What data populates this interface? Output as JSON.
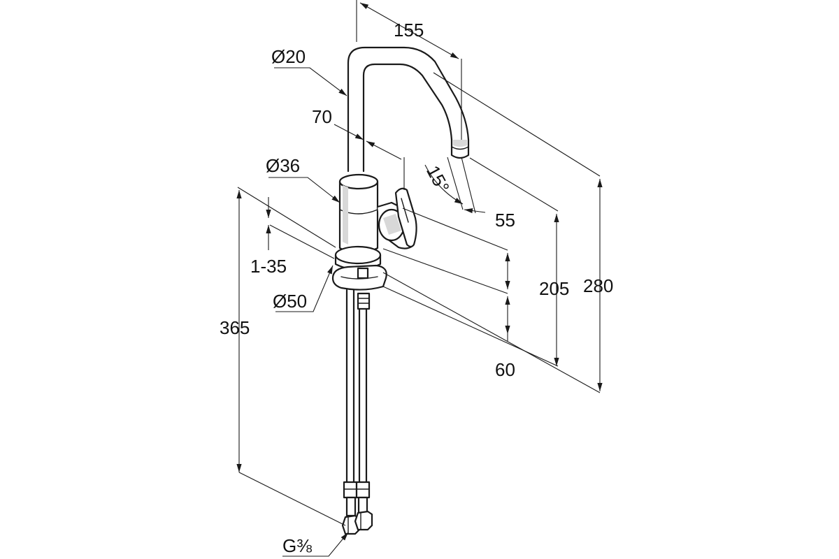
{
  "labels": {
    "spout_width": "155",
    "spout_diameter": "Ø20",
    "lever_offset": "70",
    "body_diameter": "Ø36",
    "spray_angle": "15°",
    "spout_to_lever": "55",
    "deck_thickness": "1-35",
    "base_diameter": "Ø50",
    "spout_height": "205",
    "total_height": "280",
    "hose_length": "365",
    "lever_height": "60",
    "connection": "G⅜"
  }
}
